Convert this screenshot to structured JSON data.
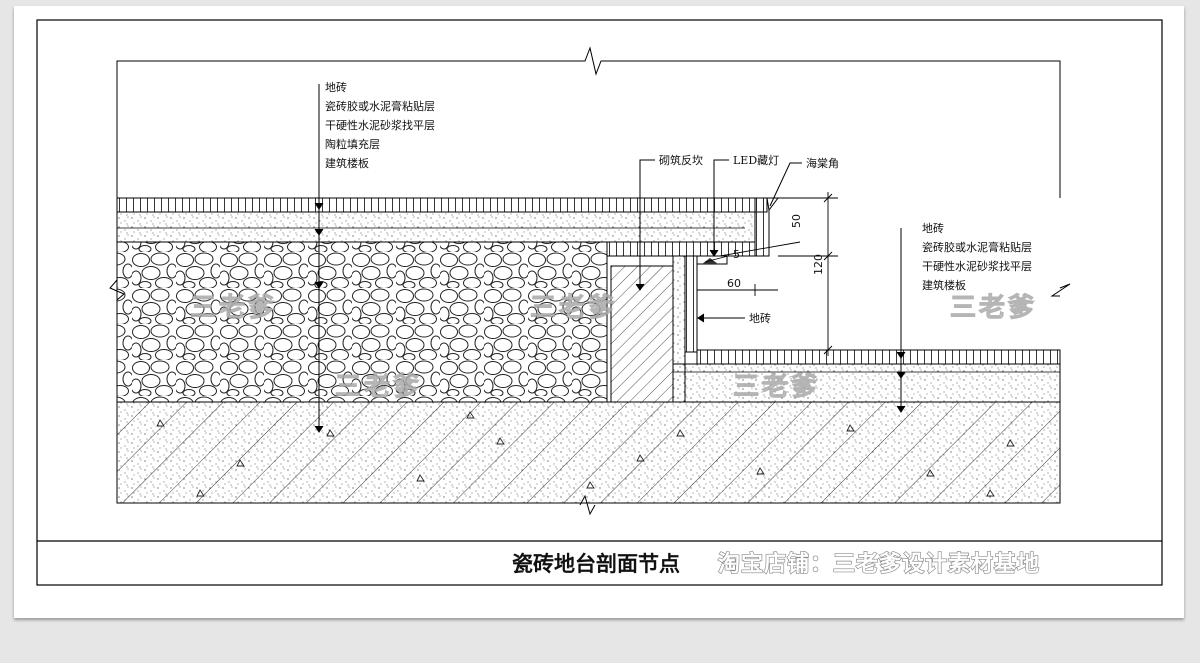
{
  "drawing": {
    "title": "瓷砖地台剖面节点",
    "shop_watermark": "淘宝店铺：三老爹设计素材基地",
    "watermark": "三老爹",
    "left_layers": [
      "地砖",
      "瓷砖胶或水泥膏粘贴层",
      "干硬性水泥砂浆找平层",
      "陶粒填充层",
      "建筑楼板"
    ],
    "right_layers": [
      "地砖",
      "瓷砖胶或水泥膏粘贴层",
      "干硬性水泥砂浆找平层",
      "建筑楼板"
    ],
    "callouts": {
      "curb": "砌筑反坎",
      "led": "LED藏灯",
      "corner": "海棠角",
      "riser_tile": "地砖"
    },
    "dimensions": {
      "d50": "50",
      "d120": "120",
      "d60": "60"
    }
  }
}
